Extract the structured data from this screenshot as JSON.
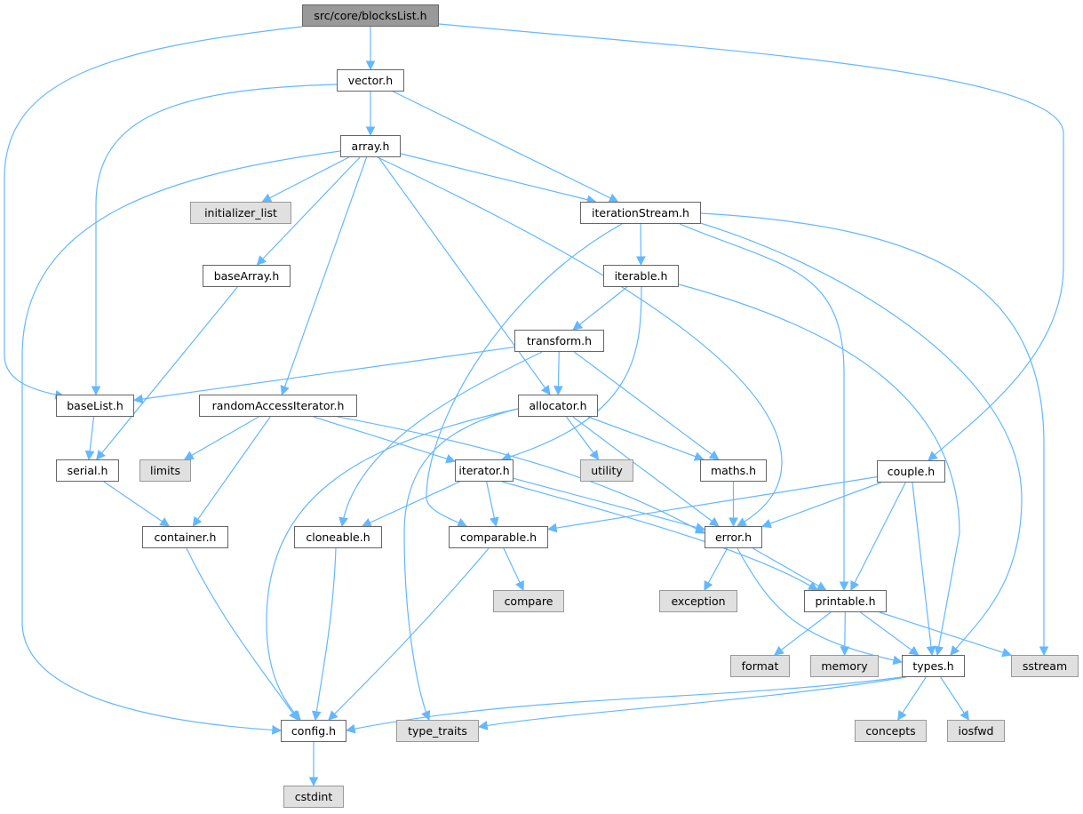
{
  "graph": {
    "type": "include-dependency-graph",
    "edge_color": "#63b8ff",
    "nodes": [
      {
        "id": "blocksList",
        "label": "src/core/blocksList.h",
        "kind": "root"
      },
      {
        "id": "vector",
        "label": "vector.h",
        "kind": "local"
      },
      {
        "id": "array",
        "label": "array.h",
        "kind": "local"
      },
      {
        "id": "initializer_list",
        "label": "initializer_list",
        "kind": "system"
      },
      {
        "id": "iterationStream",
        "label": "iterationStream.h",
        "kind": "local"
      },
      {
        "id": "baseArray",
        "label": "baseArray.h",
        "kind": "local"
      },
      {
        "id": "iterable",
        "label": "iterable.h",
        "kind": "local"
      },
      {
        "id": "transform",
        "label": "transform.h",
        "kind": "local"
      },
      {
        "id": "baseList",
        "label": "baseList.h",
        "kind": "local"
      },
      {
        "id": "randomAccessIterator",
        "label": "randomAccessIterator.h",
        "kind": "local"
      },
      {
        "id": "allocator",
        "label": "allocator.h",
        "kind": "local"
      },
      {
        "id": "limits",
        "label": "limits",
        "kind": "system"
      },
      {
        "id": "serial",
        "label": "serial.h",
        "kind": "local"
      },
      {
        "id": "iterator",
        "label": "iterator.h",
        "kind": "local"
      },
      {
        "id": "utility",
        "label": "utility",
        "kind": "system"
      },
      {
        "id": "maths",
        "label": "maths.h",
        "kind": "local"
      },
      {
        "id": "couple",
        "label": "couple.h",
        "kind": "local"
      },
      {
        "id": "container",
        "label": "container.h",
        "kind": "local"
      },
      {
        "id": "cloneable",
        "label": "cloneable.h",
        "kind": "local"
      },
      {
        "id": "comparable",
        "label": "comparable.h",
        "kind": "local"
      },
      {
        "id": "error",
        "label": "error.h",
        "kind": "local"
      },
      {
        "id": "compare",
        "label": "compare",
        "kind": "system"
      },
      {
        "id": "exception",
        "label": "exception",
        "kind": "system"
      },
      {
        "id": "printable",
        "label": "printable.h",
        "kind": "local"
      },
      {
        "id": "format",
        "label": "format",
        "kind": "system"
      },
      {
        "id": "memory",
        "label": "memory",
        "kind": "system"
      },
      {
        "id": "types",
        "label": "types.h",
        "kind": "local"
      },
      {
        "id": "sstream",
        "label": "sstream",
        "kind": "system"
      },
      {
        "id": "config",
        "label": "config.h",
        "kind": "local"
      },
      {
        "id": "type_traits",
        "label": "type_traits",
        "kind": "system"
      },
      {
        "id": "concepts",
        "label": "concepts",
        "kind": "system"
      },
      {
        "id": "iosfwd",
        "label": "iosfwd",
        "kind": "system"
      },
      {
        "id": "cstdint",
        "label": "cstdint",
        "kind": "system"
      }
    ],
    "edges": [
      [
        "blocksList",
        "vector"
      ],
      [
        "blocksList",
        "baseList"
      ],
      [
        "blocksList",
        "couple"
      ],
      [
        "vector",
        "array"
      ],
      [
        "vector",
        "baseList"
      ],
      [
        "vector",
        "iterationStream"
      ],
      [
        "array",
        "initializer_list"
      ],
      [
        "array",
        "baseArray"
      ],
      [
        "array",
        "randomAccessIterator"
      ],
      [
        "array",
        "allocator"
      ],
      [
        "array",
        "iterationStream"
      ],
      [
        "array",
        "error"
      ],
      [
        "array",
        "config"
      ],
      [
        "iterationStream",
        "iterable"
      ],
      [
        "iterationStream",
        "printable"
      ],
      [
        "iterationStream",
        "types"
      ],
      [
        "iterationStream",
        "sstream"
      ],
      [
        "iterationStream",
        "comparable"
      ],
      [
        "iterable",
        "transform"
      ],
      [
        "iterable",
        "iterator"
      ],
      [
        "iterable",
        "types"
      ],
      [
        "transform",
        "baseList"
      ],
      [
        "transform",
        "allocator"
      ],
      [
        "transform",
        "maths"
      ],
      [
        "transform",
        "cloneable"
      ],
      [
        "baseArray",
        "serial"
      ],
      [
        "baseList",
        "serial"
      ],
      [
        "serial",
        "container"
      ],
      [
        "randomAccessIterator",
        "limits"
      ],
      [
        "randomAccessIterator",
        "container"
      ],
      [
        "randomAccessIterator",
        "iterator"
      ],
      [
        "randomAccessIterator",
        "error"
      ],
      [
        "allocator",
        "utility"
      ],
      [
        "allocator",
        "maths"
      ],
      [
        "allocator",
        "error"
      ],
      [
        "allocator",
        "config"
      ],
      [
        "allocator",
        "type_traits"
      ],
      [
        "iterator",
        "cloneable"
      ],
      [
        "iterator",
        "comparable"
      ],
      [
        "iterator",
        "error"
      ],
      [
        "iterator",
        "printable"
      ],
      [
        "couple",
        "comparable"
      ],
      [
        "couple",
        "error"
      ],
      [
        "couple",
        "printable"
      ],
      [
        "couple",
        "types"
      ],
      [
        "maths",
        "error"
      ],
      [
        "comparable",
        "compare"
      ],
      [
        "comparable",
        "config"
      ],
      [
        "cloneable",
        "config"
      ],
      [
        "container",
        "config"
      ],
      [
        "error",
        "exception"
      ],
      [
        "error",
        "printable"
      ],
      [
        "error",
        "types"
      ],
      [
        "printable",
        "format"
      ],
      [
        "printable",
        "memory"
      ],
      [
        "printable",
        "types"
      ],
      [
        "printable",
        "sstream"
      ],
      [
        "types",
        "concepts"
      ],
      [
        "types",
        "iosfwd"
      ],
      [
        "types",
        "config"
      ],
      [
        "types",
        "type_traits"
      ],
      [
        "config",
        "cstdint"
      ]
    ]
  }
}
